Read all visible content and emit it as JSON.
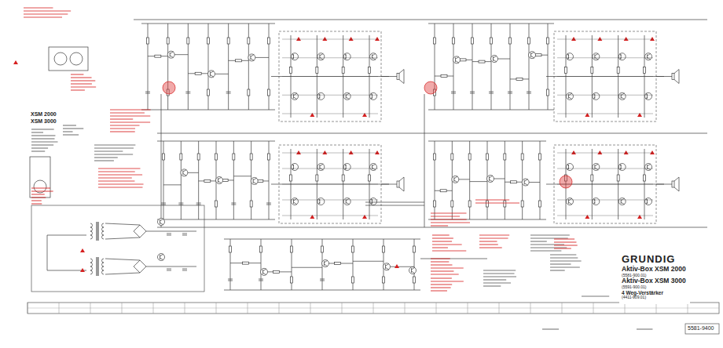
{
  "diagram": {
    "nodes": [
      {
        "text": [
          "GRUNDIG",
          "Aktiv-Box XSM 2000",
          "(5581-900.01)",
          "Aktiv-Box XSM 3000",
          "(5591-900.01)",
          "4 Weg-Verstärker",
          "(4411-909.01)"
        ]
      }
    ],
    "labels": [
      "XSM 2000",
      "XSM 3000",
      "5581-9400"
    ]
  }
}
